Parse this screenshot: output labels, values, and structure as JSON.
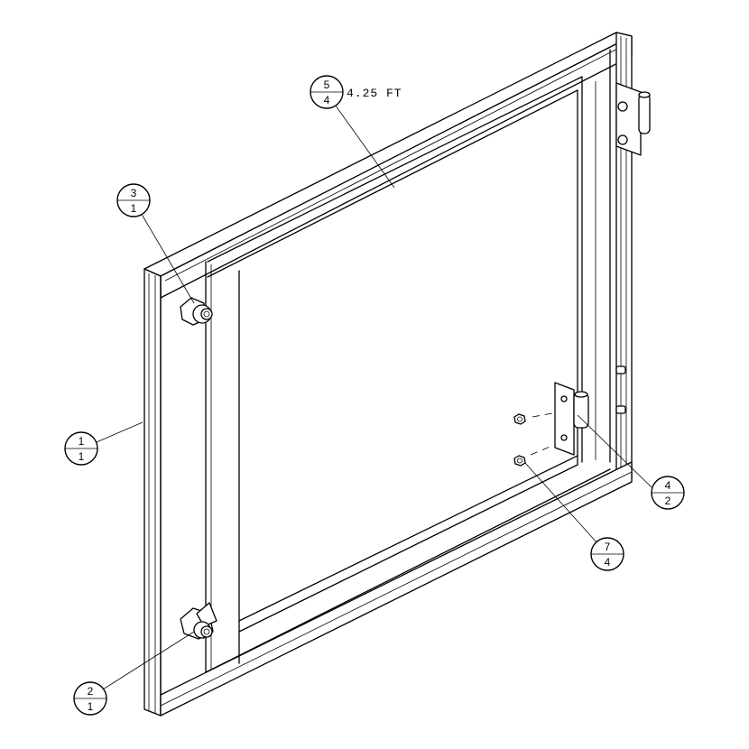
{
  "balloons": [
    {
      "id": "b1",
      "item": "5",
      "qty": "4"
    },
    {
      "id": "b2",
      "item": "3",
      "qty": "1"
    },
    {
      "id": "b3",
      "item": "1",
      "qty": "1"
    },
    {
      "id": "b4",
      "item": "2",
      "qty": "1"
    },
    {
      "id": "b5",
      "item": "4",
      "qty": "2"
    },
    {
      "id": "b6",
      "item": "7",
      "qty": "4"
    }
  ],
  "notes": {
    "length_note": "4.25 FT"
  },
  "colors": {
    "ink": "#000000",
    "paper": "#ffffff"
  }
}
